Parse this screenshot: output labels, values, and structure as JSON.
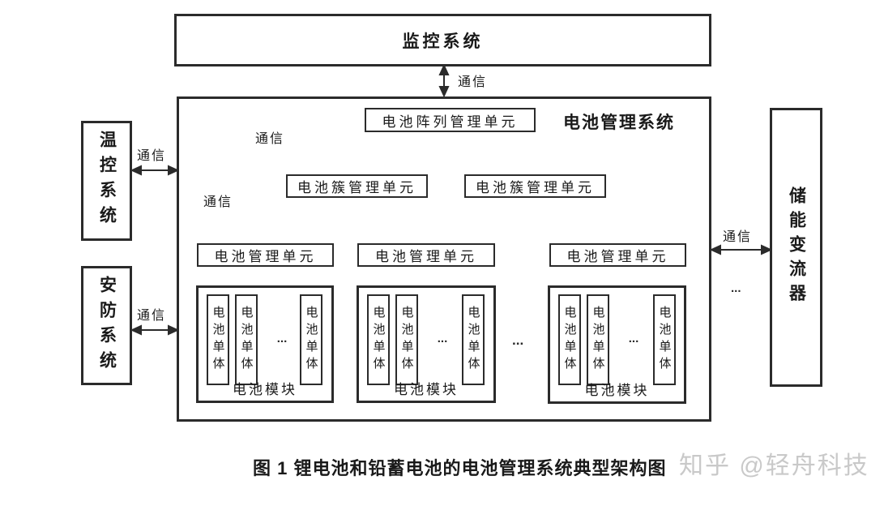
{
  "diagram": {
    "monitoring": "监控系统",
    "bms_title": "电池管理系统",
    "array_unit": "电池阵列管理单元",
    "clusters": [
      "电池簇管理单元",
      "电池簇管理单元"
    ],
    "bmus": [
      "电池管理单元",
      "电池管理单元",
      "电池管理单元"
    ],
    "module": {
      "cell": "电池单体",
      "label": "电池模块",
      "dots": "..."
    },
    "temp_system": "温控系统",
    "security_system": "安防系统",
    "converter": "储能变流器",
    "comm": "通信",
    "dots": "..."
  },
  "caption": "图 1 锂电池和铅蓄电池的电池管理系统典型架构图",
  "watermark": "知乎 @轻舟科技",
  "colors": {
    "line": "#2b2b2b",
    "text": "#1a1a1a",
    "watermark": "#c9c9c9",
    "background": "#ffffff"
  }
}
